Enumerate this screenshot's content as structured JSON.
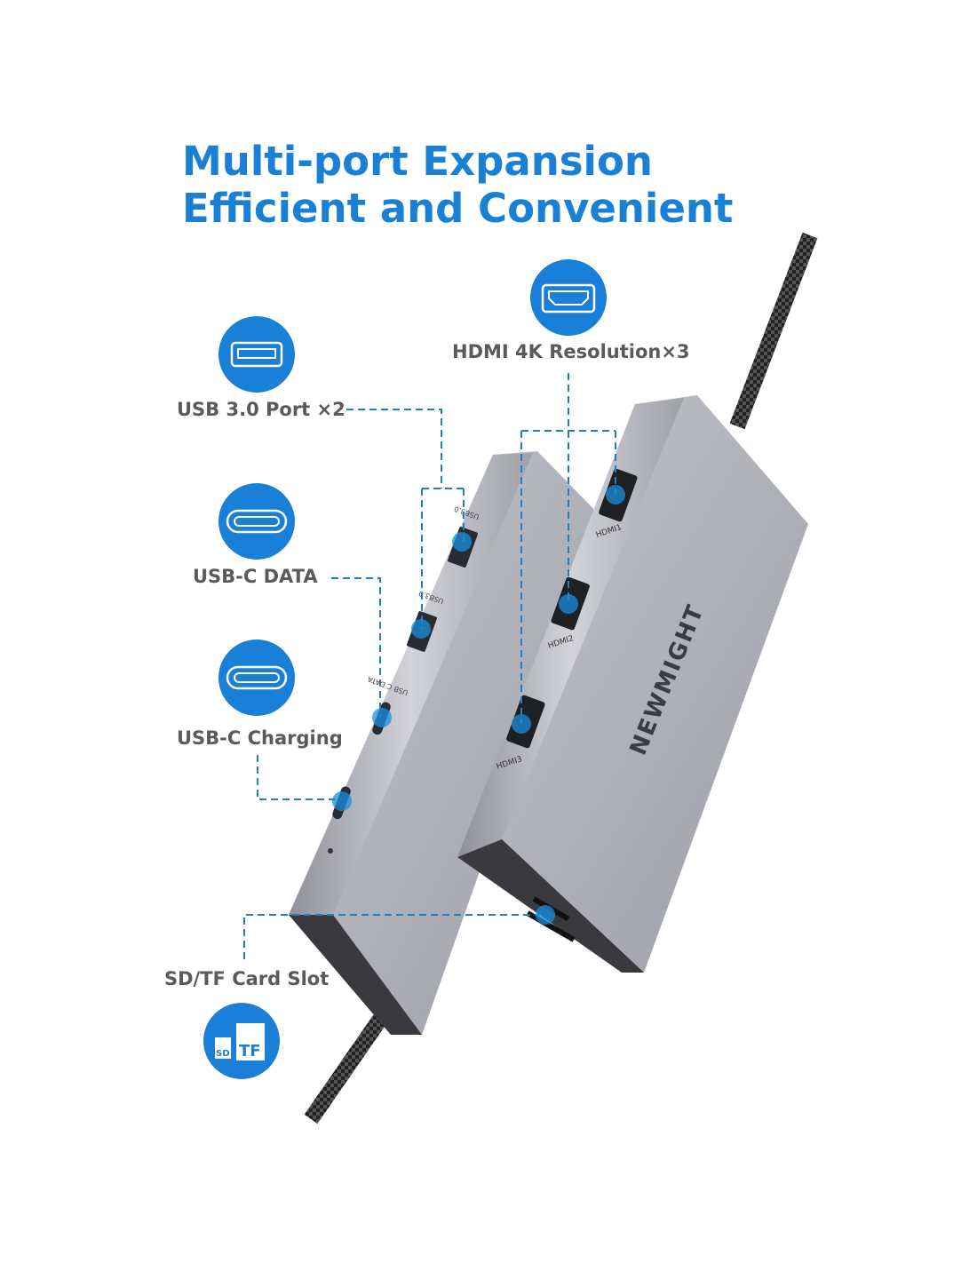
{
  "headline": {
    "line1": "Multi-port Expansion",
    "line2": "Efficient and Convenient"
  },
  "features": {
    "usb3": "USB 3.0 Port ×2",
    "hdmi": "HDMI 4K Resolution×3",
    "usbc_data": "USB-C DATA",
    "usbc_charging": "USB-C Charging",
    "sd_tf": "SD/TF Card Slot"
  },
  "device": {
    "brand": "NEWMIGHT",
    "port_labels": {
      "hdmi1": "HDMI1",
      "hdmi2": "HDMI2",
      "hdmi3": "HDMI3",
      "usb_a1": "USB3.0",
      "usb_a2": "USB3.0",
      "usbc_data": "USB C DATA"
    },
    "sd_icon_text": {
      "sd": "SD",
      "tf": "TF"
    }
  },
  "colors": {
    "accent": "#1a80d6",
    "label": "#5a5a5a",
    "aluminum": "#a9aab2",
    "callout": "#1b7fc9"
  }
}
